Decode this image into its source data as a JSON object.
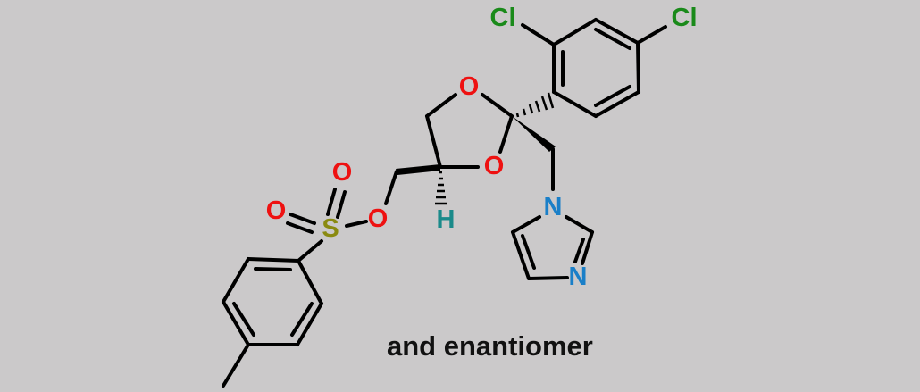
{
  "atoms": {
    "cl_left": "Cl",
    "cl_right": "Cl",
    "o_ring_top": "O",
    "o_ring_bottom": "O",
    "o_ester": "O",
    "o_sulfonyl_top": "O",
    "o_sulfonyl_left": "O",
    "sulfur": "S",
    "hydrogen": "H",
    "n_imidazole_1": "N",
    "n_imidazole_3": "N"
  },
  "caption": "and enantiomer",
  "colors": {
    "background": "#cbc9ca",
    "chlorine": "#1a8a1a",
    "oxygen": "#ee1111",
    "nitrogen": "#1a7fc8",
    "sulfur": "#8a8a10",
    "hydrogen": "#1a8a8a"
  }
}
